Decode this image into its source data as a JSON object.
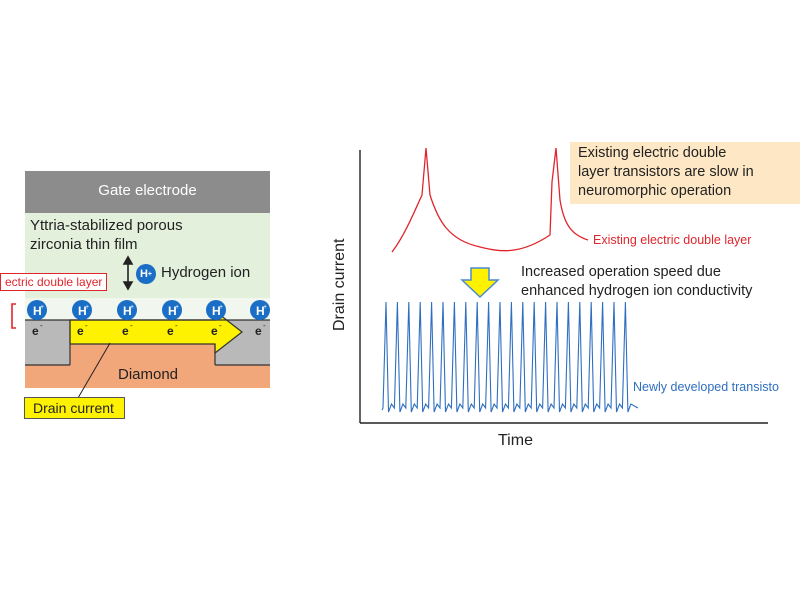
{
  "device": {
    "gate_label": "Gate electrode",
    "film_label_line1": "Yttria-stabilized porous",
    "film_label_line2": "zirconia thin film",
    "hydrogen_label": "Hydrogen ion",
    "edl_label": "ectric double layer",
    "ion_symbol": "H",
    "ion_charge": "+",
    "electron_symbol": "e",
    "electron_charge": "-",
    "substrate_label": "Diamond",
    "drain_label": "Drain current",
    "colors": {
      "gate": "#8c8c8c",
      "film": "#e3f0dc",
      "diamond": "#f2a77a",
      "channel_block": "#b9b9b9",
      "arrow": "#fff200",
      "ion": "#1a6ec6",
      "edl_red": "#e0262c"
    }
  },
  "graph": {
    "ylabel": "Drain current",
    "xlabel": "Time",
    "existing_note_line1": "Existing      electric      double",
    "existing_note_line2": "layer transistors are slow in",
    "existing_note_line3": "neuromorphic operation",
    "existing_series_label": "Existing electric double layer",
    "improvement_line1": "Increased  operation  speed  due",
    "improvement_line2": "enhanced hydrogen ion conductivity",
    "new_series_label": "Newly developed transisto",
    "colors": {
      "existing": "#e0262c",
      "new": "#2f6fc0",
      "note_bg": "#fde7c4",
      "arrow": "#fff200",
      "arrow_edge": "#4a8ad0"
    }
  }
}
